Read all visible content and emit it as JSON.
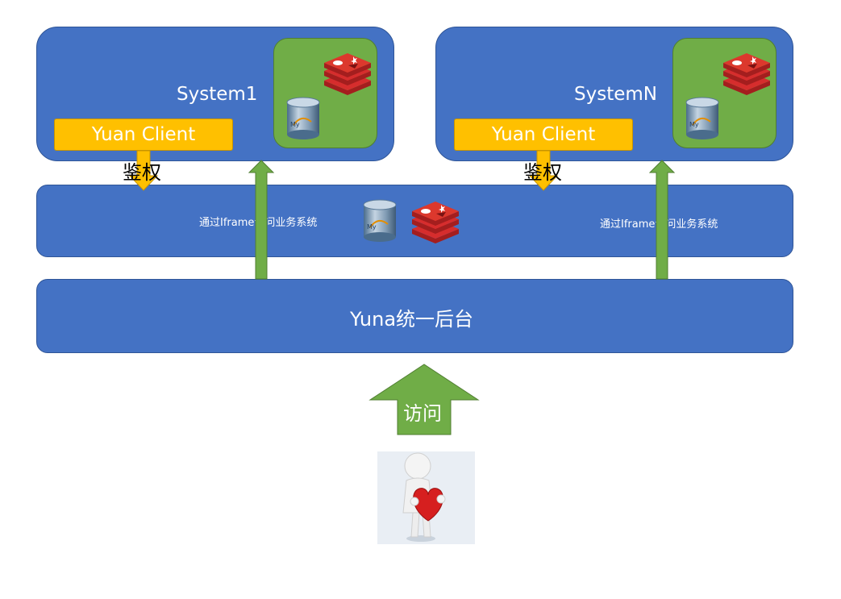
{
  "systems": [
    {
      "title": "System1",
      "client": "Yuan Client",
      "auth": "鉴权"
    },
    {
      "title": "SystemN",
      "client": "Yuan Client",
      "auth": "鉴权"
    }
  ],
  "middle": {
    "left_text": "通过Iframe访问业务系统",
    "right_text": "通过Iframe访问业务系统"
  },
  "backend": {
    "title": "Yuna统一后台"
  },
  "access": {
    "label": "访问"
  },
  "icons": {
    "mysql_label": "My"
  },
  "colors": {
    "blue": "#4472c4",
    "green": "#70ad47",
    "orange": "#ffc000",
    "red": "#d62d2d"
  }
}
